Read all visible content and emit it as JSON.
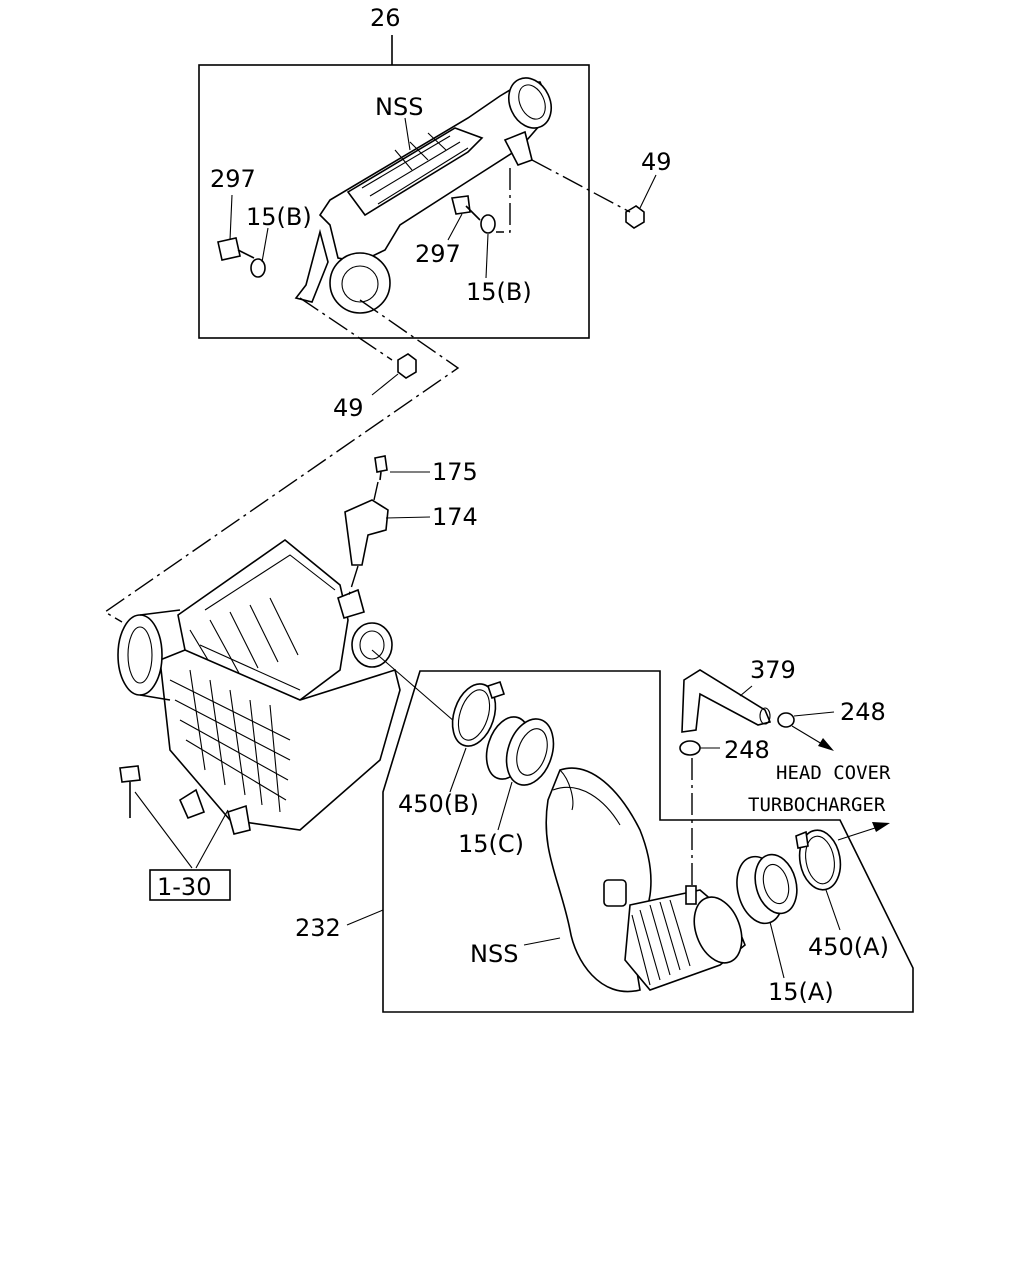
{
  "diagram": {
    "callouts": {
      "c26": "26",
      "nss_top": "NSS",
      "c297_left": "297",
      "c15b_left": "15(B)",
      "c297_right": "297",
      "c15b_right": "15(B)",
      "c49_top": "49",
      "c49_bottom": "49",
      "c175": "175",
      "c174": "174",
      "c379": "379",
      "c248_right": "248",
      "c248_mid": "248",
      "head_cover": "HEAD COVER",
      "turbocharger": "TURBOCHARGER",
      "c450b": "450(B)",
      "c15c": "15(C)",
      "c232": "232",
      "nss_bottom": "NSS",
      "c450a": "450(A)",
      "c15a": "15(A)",
      "ref_1_30": "1-30"
    }
  }
}
